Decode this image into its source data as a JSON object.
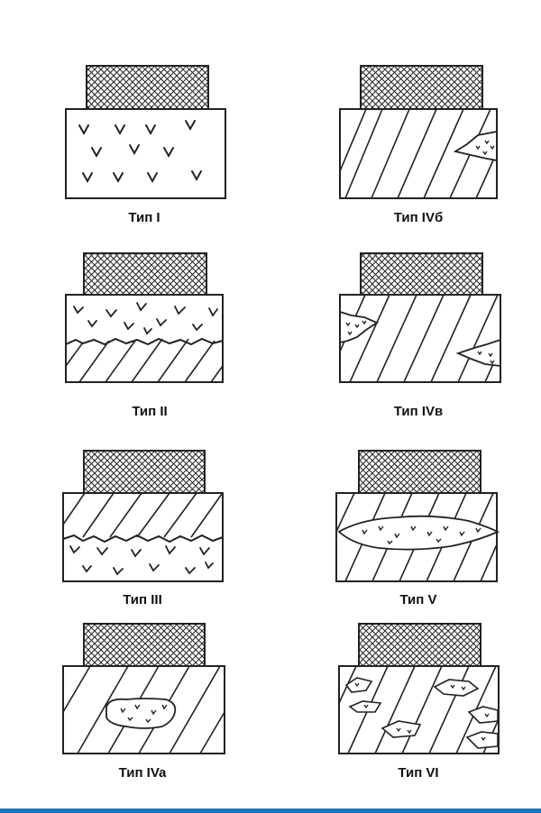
{
  "colors": {
    "ink": "#222222",
    "accent_bar": "#1e73be",
    "background": "#ffffff"
  },
  "panels": [
    {
      "id": "type-1",
      "label": "Тип I",
      "pattern": "all-porous",
      "inclusions": []
    },
    {
      "id": "type-4b",
      "label": "Тип IVб",
      "pattern": "hatched",
      "inclusions": [
        "right-edge-pocket"
      ]
    },
    {
      "id": "type-2",
      "label": "Тип II",
      "pattern": "porous-top-hatched-bottom",
      "inclusions": []
    },
    {
      "id": "type-4v",
      "label": "Тип IVв",
      "pattern": "hatched",
      "inclusions": [
        "left-edge-pocket",
        "right-edge-pocket"
      ]
    },
    {
      "id": "type-3",
      "label": "Тип III",
      "pattern": "hatched-top-porous-bottom",
      "inclusions": []
    },
    {
      "id": "type-5",
      "label": "Тип V",
      "pattern": "hatched",
      "inclusions": [
        "central-lens"
      ]
    },
    {
      "id": "type-4a",
      "label": "Тип IVa",
      "pattern": "hatched",
      "inclusions": [
        "central-lump"
      ]
    },
    {
      "id": "type-6",
      "label": "Тип VI",
      "pattern": "hatched",
      "inclusions": [
        "scattered-lumps"
      ]
    }
  ]
}
